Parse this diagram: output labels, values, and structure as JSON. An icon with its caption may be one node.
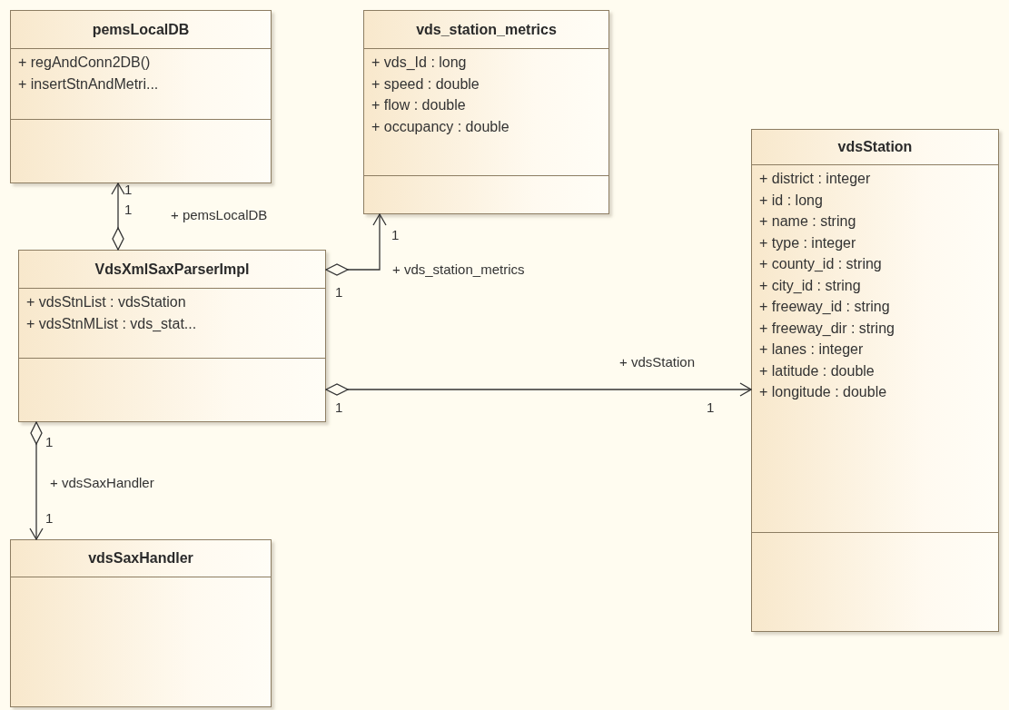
{
  "diagram": {
    "nodes": [
      {
        "text": [
          "pemsLocalDB",
          "+ regAndConn2DB()",
          "+ insertStnAndMetri..."
        ]
      },
      {
        "text": [
          "vds_station_metrics",
          "+ vds_Id : long",
          "+ speed : double",
          "+ flow : double",
          "+ occupancy : double"
        ]
      },
      {
        "text": [
          "vdsStation",
          "+ district : integer",
          "+ id : long",
          "+ name : string",
          "+ type : integer",
          "+ county_id : string",
          "+ city_id : string",
          "+ freeway_id : string",
          "+ freeway_dir : string",
          "+ lanes : integer",
          "+ latitude : double",
          "+ longitude : double"
        ]
      },
      {
        "text": [
          "VdsXmlSaxParserImpl",
          "+ vdsStnList : vdsStation",
          "+ vdsStnMList : vds_stat..."
        ]
      },
      {
        "text": [
          "vdsSaxHandler"
        ]
      }
    ],
    "edges": [
      {
        "from": 3,
        "to": 0,
        "arrow": "to",
        "label": "+ pemsLocalDB"
      },
      {
        "from": 3,
        "to": 1,
        "arrow": "to",
        "label": "+ vds_station_metrics"
      },
      {
        "from": 3,
        "to": 2,
        "arrow": "to",
        "label": "+ vdsStation"
      },
      {
        "from": 3,
        "to": 4,
        "arrow": "to",
        "label": "+ vdsSaxHandler"
      }
    ],
    "labels": [
      "1",
      "1",
      "1",
      "1",
      "1",
      "1",
      "1",
      "1"
    ]
  }
}
